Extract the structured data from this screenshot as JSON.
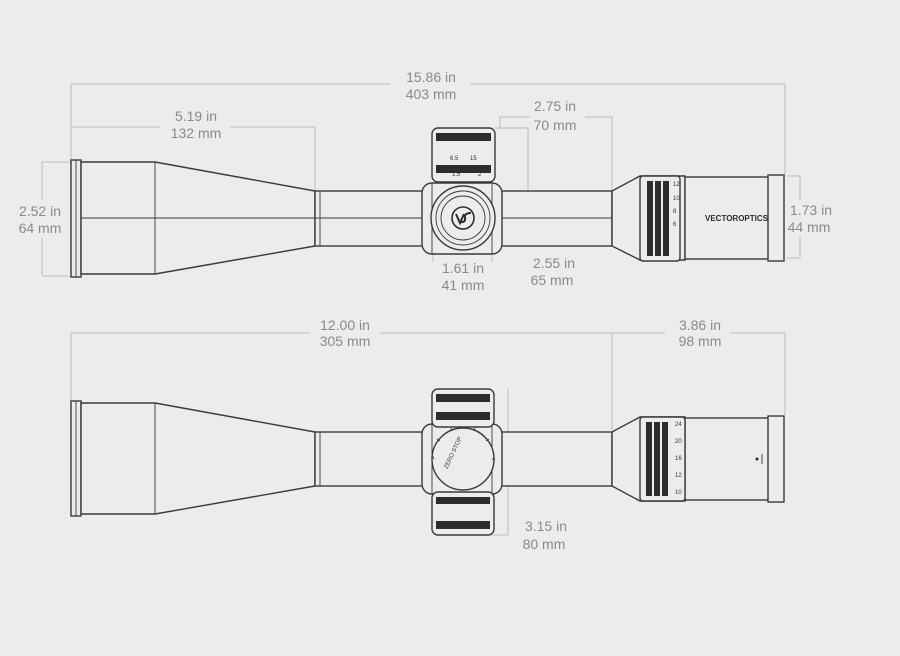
{
  "colors": {
    "background": "#ececec",
    "outline": "#3a3a3a",
    "dimension_text": "#8a8a8a",
    "dimension_line": "#bdbdbd"
  },
  "top_view": {
    "overall_length": {
      "in": "15.86 in",
      "mm": "403 mm"
    },
    "objective_section": {
      "in": "5.19 in",
      "mm": "132 mm"
    },
    "turret_offset": {
      "in": "2.75 in",
      "mm": "70 mm"
    },
    "objective_diameter": {
      "in": "2.52 in",
      "mm": "64 mm"
    },
    "eyepiece_diameter": {
      "in": "1.73 in",
      "mm": "44 mm"
    },
    "turret_width": {
      "in": "1.61 in",
      "mm": "41 mm"
    },
    "turret_height": {
      "in": "2.55 in",
      "mm": "65 mm"
    },
    "brand_text": "VECTOROPTICS",
    "turret_logo_icon": "vector-optics-logo-icon",
    "magnification_marks": [
      "6",
      "8",
      "10",
      "12"
    ],
    "parallax_marks": [
      "6.5",
      "15",
      "2",
      "1.5"
    ]
  },
  "side_view": {
    "body_length": {
      "in": "12.00 in",
      "mm": "305 mm"
    },
    "eyepiece_length": {
      "in": "3.86 in",
      "mm": "98 mm"
    },
    "turret_span": {
      "in": "3.15 in",
      "mm": "80 mm"
    },
    "turret_cap_text": "ZERO STOP",
    "magnification_marks": [
      "10",
      "12",
      "16",
      "20",
      "24"
    ]
  }
}
